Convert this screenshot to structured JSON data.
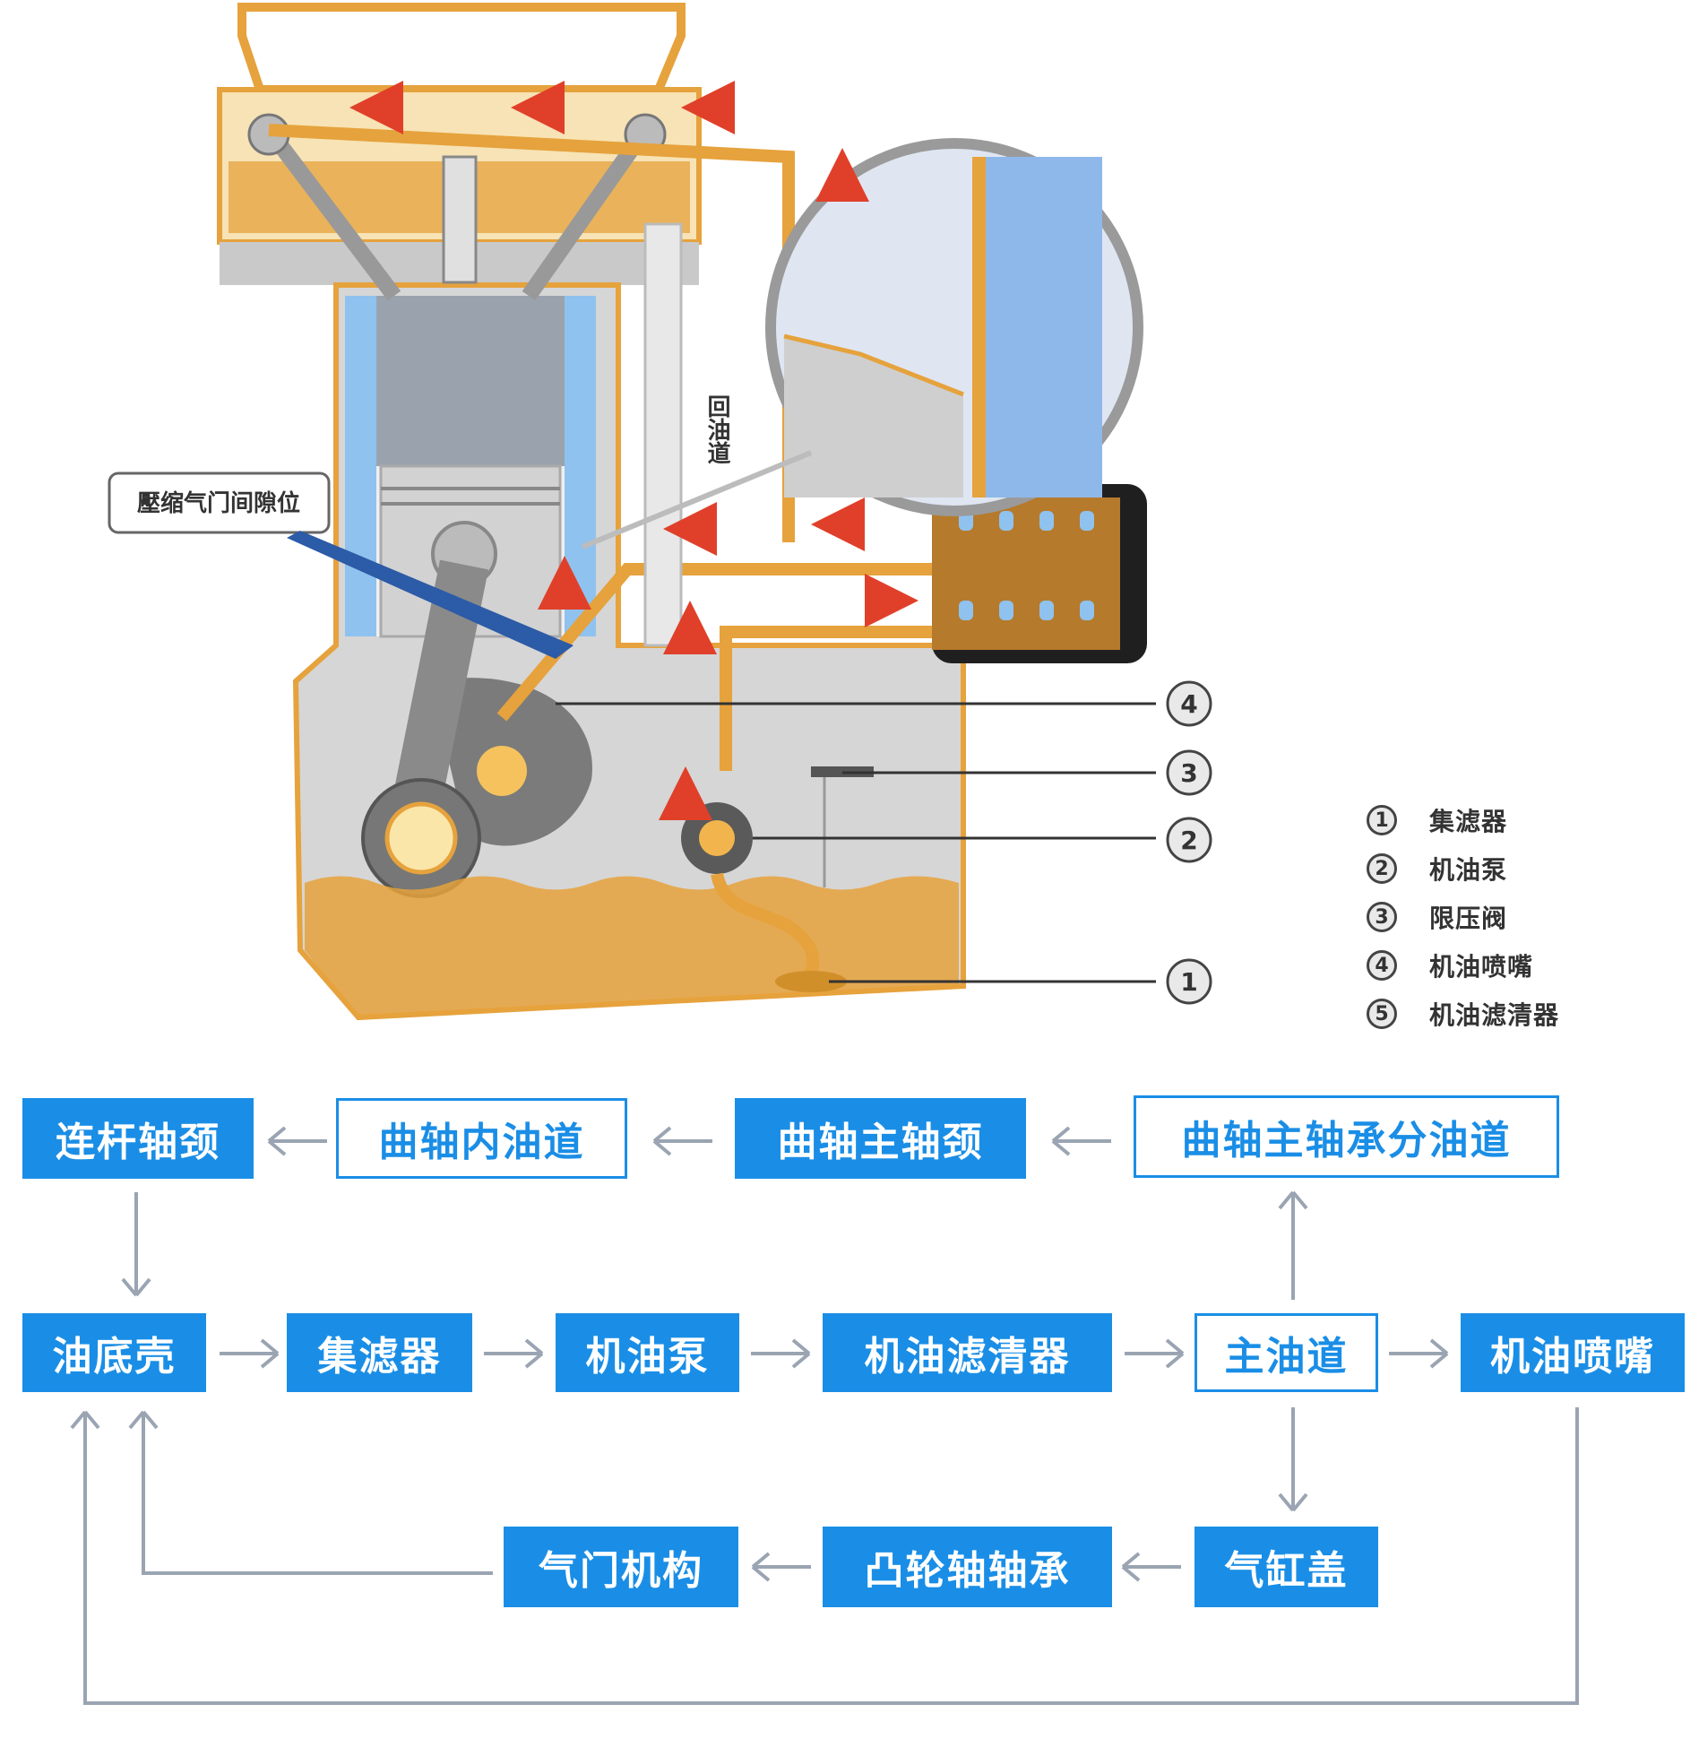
{
  "diagram": {
    "callout_label": "壓缩气门间隙位",
    "return_passage_label": "回油道",
    "markers": [
      "4",
      "3",
      "2",
      "1"
    ],
    "legend": [
      {
        "num": "1",
        "label": "集滤器"
      },
      {
        "num": "2",
        "label": "机油泵"
      },
      {
        "num": "3",
        "label": "限压阀"
      },
      {
        "num": "4",
        "label": "机油喷嘴"
      },
      {
        "num": "5",
        "label": "机油滤清器"
      }
    ]
  },
  "flowchart": {
    "row1": [
      "连杆轴颈",
      "曲轴内油道",
      "曲轴主轴颈",
      "曲轴主轴承分油道"
    ],
    "row2": [
      "油底壳",
      "集滤器",
      "机油泵",
      "机油滤清器",
      "主油道",
      "机油喷嘴"
    ],
    "row3": [
      "气门机构",
      "凸轮轴轴承",
      "气缸盖"
    ]
  },
  "colors": {
    "box_blue": "#1a8ee6",
    "oil": "#e6a23c",
    "coolant": "#8fc2ee",
    "arrow_red": "#e0402a"
  }
}
